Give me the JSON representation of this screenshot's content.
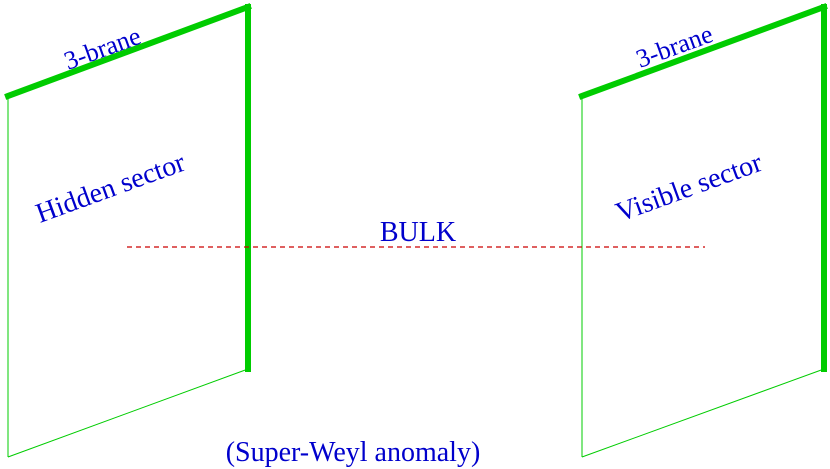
{
  "labels": {
    "left_brane": "3-brane",
    "right_brane": "3-brane",
    "hidden_sector": "Hidden sector",
    "visible_sector": "Visible sector",
    "bulk": "BULK",
    "caption": "(Super-Weyl anomaly)"
  },
  "colors": {
    "brane_stroke": "#00cc00",
    "label_text": "#0000cc",
    "bulk_line": "#cc0000"
  }
}
